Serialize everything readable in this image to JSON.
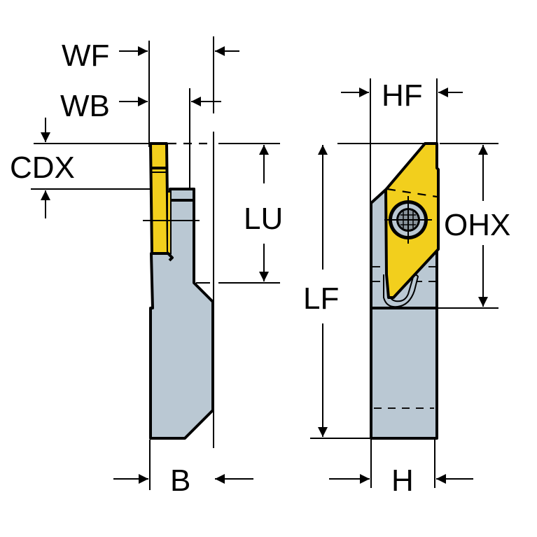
{
  "diagram": {
    "title": "Parting / grooving tool holder dimensions",
    "colors": {
      "insert": "#f2cf1d",
      "holder": "#bac8d3",
      "line": "#000000",
      "background": "#ffffff"
    },
    "side_view": {
      "labels": {
        "wf": "WF",
        "wb": "WB",
        "cdx": "CDX",
        "lu": "LU",
        "b": "B"
      }
    },
    "front_view": {
      "labels": {
        "hf": "HF",
        "ohx": "OHX",
        "lf": "LF",
        "h": "H"
      },
      "screw_icon": "insert-screw-icon"
    }
  }
}
